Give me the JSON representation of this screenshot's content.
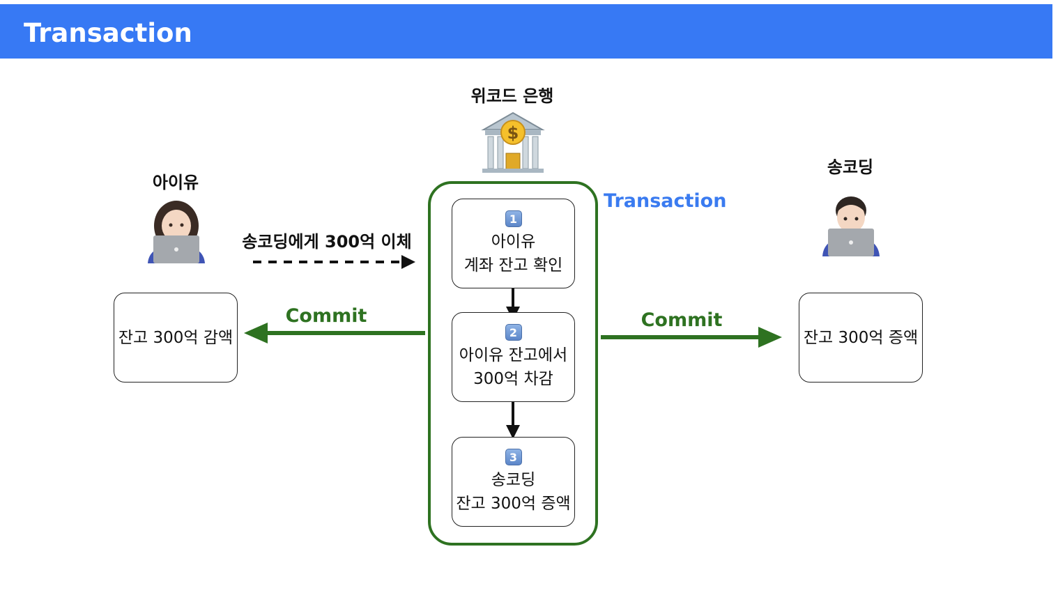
{
  "header": {
    "title": "Transaction"
  },
  "bank": {
    "title": "위코드 은행",
    "icon": "bank-icon"
  },
  "left_person": {
    "name": "아이유",
    "icon": "woman-laptop-icon",
    "balance_box": "잔고 300억 감액"
  },
  "right_person": {
    "name": "송코딩",
    "icon": "man-laptop-icon",
    "balance_box": "잔고 300억 증액"
  },
  "transfer": {
    "label": "송코딩에게 300억 이체"
  },
  "transaction_label": "Transaction",
  "commit_left": "Commit",
  "commit_right": "Commit",
  "steps": [
    {
      "number": "1",
      "line1": "아이유",
      "line2": "계좌 잔고 확인"
    },
    {
      "number": "2",
      "line1": "아이유 잔고에서",
      "line2": "300억 차감"
    },
    {
      "number": "3",
      "line1": "송코딩",
      "line2": "잔고 300억 증액"
    }
  ],
  "colors": {
    "header": "#3779f4",
    "commit": "#2e7221",
    "transaction": "#3a7bf0"
  }
}
